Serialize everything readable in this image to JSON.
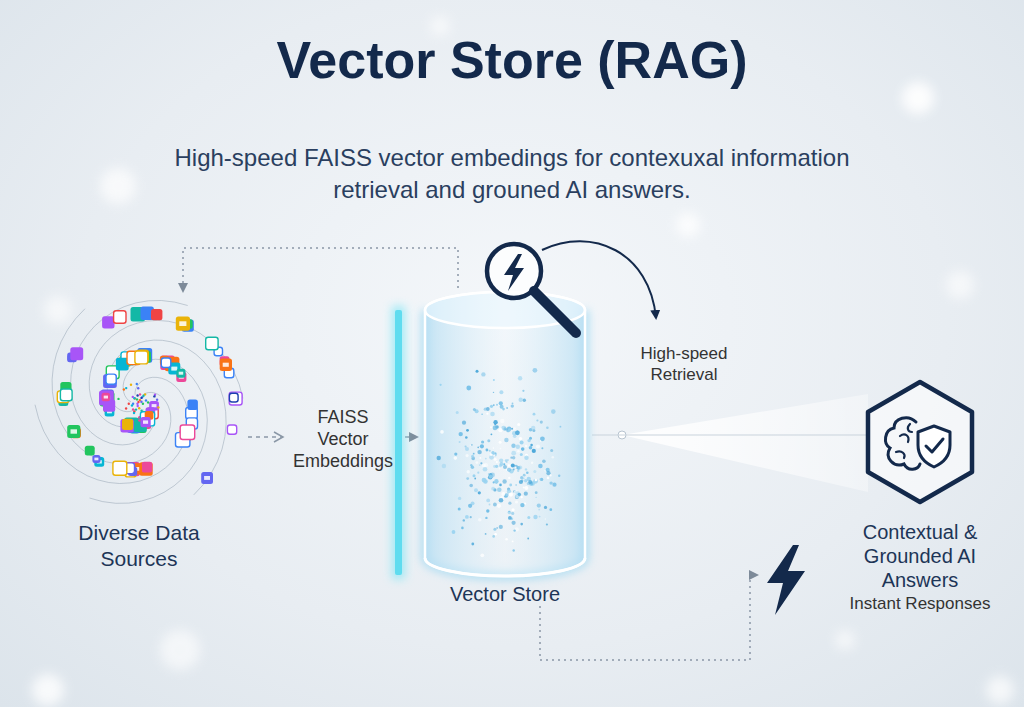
{
  "diagram": {
    "title": "Vector Store (RAG)",
    "nodes": [
      {
        "text": [
          "Diverse Data Sources"
        ]
      },
      {
        "text": [
          "Vector Store"
        ]
      },
      {
        "text": [
          "Contextual & Grounded AI Answers",
          "Instant Responses"
        ]
      }
    ],
    "edges": [
      {
        "from": 0,
        "to": 1,
        "arrow": "to",
        "label": "FAISS Vector Embeddings"
      },
      {
        "from": 1,
        "to": 0,
        "arrow": "to"
      },
      {
        "from": 1,
        "to": 2,
        "arrow": "none"
      },
      {
        "from": 1,
        "to": 2,
        "arrow": "to"
      }
    ],
    "labels": [
      "High-speed FAISS vector embedings for contexuxal information retrieval and grouned AI answers.",
      "High-speed Retrieval"
    ]
  }
}
